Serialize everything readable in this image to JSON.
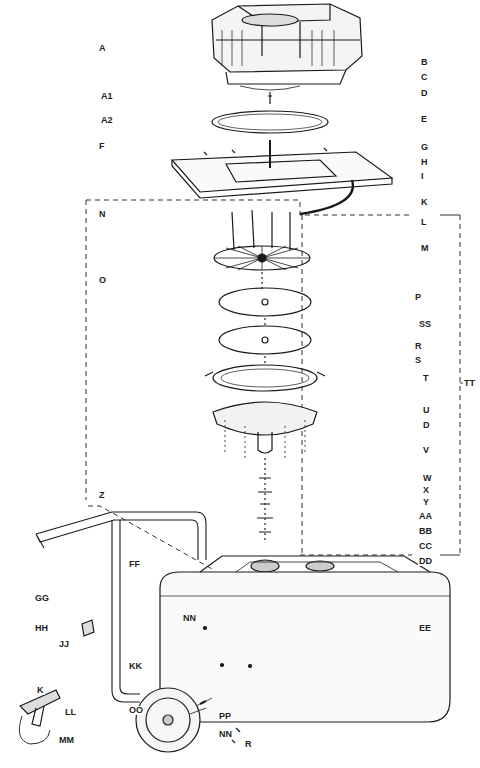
{
  "diagram": {
    "labels": [
      "A",
      "B",
      "C",
      "D",
      "A1",
      "E",
      "A2",
      "F",
      "G",
      "H",
      "I",
      "N",
      "K",
      "L",
      "M",
      "O",
      "P",
      "SS",
      "R",
      "S",
      "T",
      "TT",
      "U",
      "D",
      "V",
      "W",
      "X",
      "Y",
      "Z",
      "AA",
      "BB",
      "CC",
      "DD",
      "FF",
      "GG",
      "EE",
      "NN",
      "HH",
      "JJ",
      "KK",
      "K",
      "OO",
      "LL",
      "PP",
      "MM",
      "NN",
      "R"
    ]
  }
}
